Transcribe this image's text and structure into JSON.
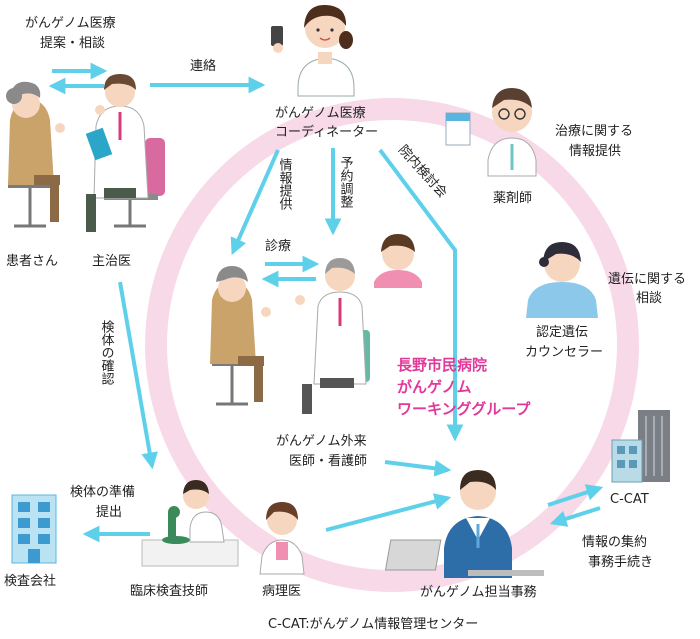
{
  "actors": {
    "coordinator": {
      "label_line1": "がんゲノム医療",
      "label_line2": "コーディネーター"
    },
    "patient": {
      "label": "患者さん"
    },
    "attending_doctor": {
      "label": "主治医"
    },
    "pharmacist": {
      "label": "薬剤師"
    },
    "genetic_counselor": {
      "label_line1": "認定遺伝",
      "label_line2": "カウンセラー"
    },
    "outpatient": {
      "label_line1": "がんゲノム外来",
      "label_line2": "医師・看護師"
    },
    "working_group": {
      "line1": "長野市民病院",
      "line2": "がんゲノム",
      "line3": "ワーキンググループ"
    },
    "lab_company": {
      "label": "検査会社"
    },
    "lab_technician": {
      "label": "臨床検査技師"
    },
    "pathologist": {
      "label": "病理医"
    },
    "office": {
      "label": "がんゲノム担当事務"
    },
    "ccat": {
      "label": "C-CAT"
    }
  },
  "flows": {
    "consult_line1": "がんゲノム医療",
    "consult_line2": "提案・相談",
    "contact": "連絡",
    "info_provision": "情報提供",
    "appointment": "予約調整",
    "case_review": "院内検討会",
    "examination": "診療",
    "treatment_info_line1": "治療に関する",
    "treatment_info_line2": "情報提供",
    "genetic_consult_line1": "遺伝に関する",
    "genetic_consult_line2": "相談",
    "specimen_check": "検体の確認",
    "specimen_prep_line1": "検体の準備",
    "specimen_prep_line2": "提出",
    "info_collection_line1": "情報の集約",
    "info_collection_line2": "事務手続き"
  },
  "footnote": "C-CAT:がんゲノム情報管理センター",
  "colors": {
    "arrow": "#5fd0ea",
    "ring": "#f7d6e6",
    "highlight": "#e0399a"
  }
}
